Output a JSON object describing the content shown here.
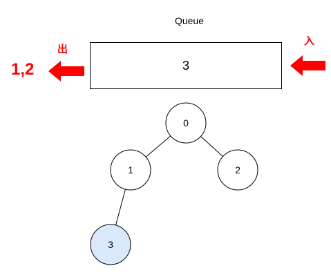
{
  "queue": {
    "title": "Queue",
    "contents": "3",
    "out_label": "出",
    "in_label": "入",
    "dequeued": "1,2"
  },
  "tree": {
    "nodes": [
      {
        "id": "0",
        "label": "0",
        "highlighted": false
      },
      {
        "id": "1",
        "label": "1",
        "highlighted": false
      },
      {
        "id": "2",
        "label": "2",
        "highlighted": false
      },
      {
        "id": "3",
        "label": "3",
        "highlighted": true
      }
    ],
    "edges": [
      [
        "0",
        "1"
      ],
      [
        "0",
        "2"
      ],
      [
        "1",
        "3"
      ]
    ]
  },
  "colors": {
    "accent": "#ff0000",
    "highlight_fill": "#dae8fc",
    "node_fill": "#ffffff",
    "stroke": "#000000"
  }
}
